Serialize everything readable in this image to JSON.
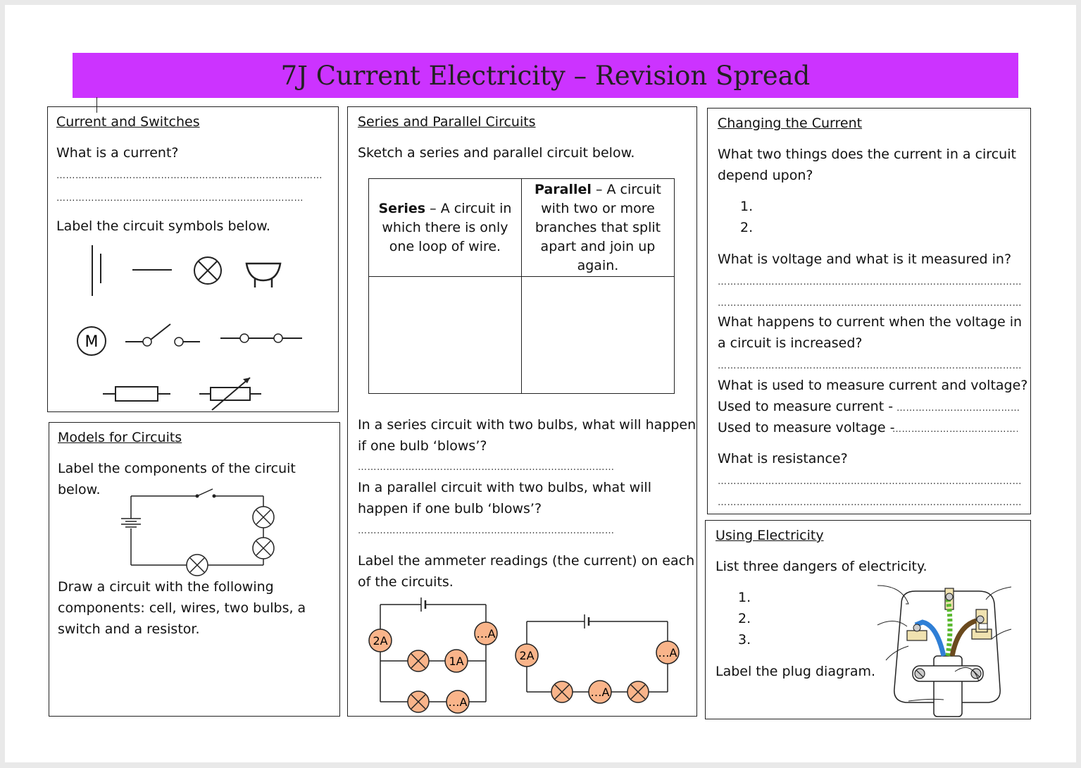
{
  "title": "7J Current Electricity – Revision Spread",
  "accent_color": "#cc33ff",
  "ammeter_color": "#f9b48a",
  "current_switches": {
    "heading": "Current and Switches",
    "q1": "What is a current?",
    "q2": "Label the circuit symbols below.",
    "symbols": [
      "cell-icon",
      "wire-icon",
      "bulb-icon",
      "buzzer-icon",
      "motor-icon",
      "open-switch-icon",
      "closed-switch-icon",
      "resistor-icon",
      "variable-resistor-icon"
    ],
    "motor_letter": "M"
  },
  "models": {
    "heading": "Models for Circuits",
    "q1_line1": "Label the components of the circuit",
    "q1_line2": "below.",
    "q2_line1": "Draw a circuit with the following",
    "q2_line2": "components: cell, wires, two bulbs, a",
    "q2_line3": "switch and a resistor."
  },
  "series_parallel": {
    "heading": "Series and Parallel Circuits",
    "instruction": "Sketch a series and parallel circuit below.",
    "series_term": "Series",
    "series_def_1": " – A circuit in",
    "series_def_2": "which there is only",
    "series_def_3": "one loop of wire.",
    "parallel_term": "Parallel",
    "parallel_def_1": " – A circuit",
    "parallel_def_2": "with two or more",
    "parallel_def_3": "branches that split",
    "parallel_def_4": "apart and join up",
    "parallel_def_5": "again.",
    "q1_line1": "In a series circuit with two bulbs, what will happen",
    "q1_line2": "if one bulb ‘blows’?",
    "q2_line1": "In a parallel circuit with two bulbs, what will",
    "q2_line2": "happen if one bulb ‘blows’?",
    "q3_line1": "Label the ammeter readings (the current) on each",
    "q3_line2": "of the circuits.",
    "parallel_ammeters": [
      "2A",
      "…A",
      "1A",
      "…A"
    ],
    "series_ammeters": [
      "2A",
      "…A",
      "…A"
    ]
  },
  "changing_current": {
    "heading": "Changing the Current",
    "q1_line1": "What two things does the current in a circuit",
    "q1_line2": "depend upon?",
    "n1": "1.",
    "n2": "2.",
    "q2": "What is voltage and what is it measured in?",
    "q3_line1": "What happens to current when the voltage in",
    "q3_line2": "a circuit is increased?",
    "q4": "What is used to measure current and voltage?",
    "current_label": "Used to measure current - ",
    "voltage_label": "Used to measure voltage - ",
    "q5": "What is resistance?"
  },
  "using_electricity": {
    "heading": "Using Electricity",
    "q1": "List three dangers of electricity.",
    "n1": "1.",
    "n2": "2.",
    "n3": "3.",
    "q2": "Label the plug diagram.",
    "plug_wire_colors": [
      "#2f7fd6",
      "#5ab92f",
      "#6b4a1e"
    ]
  },
  "dot_line": "……………………………………………………………………………………………………"
}
